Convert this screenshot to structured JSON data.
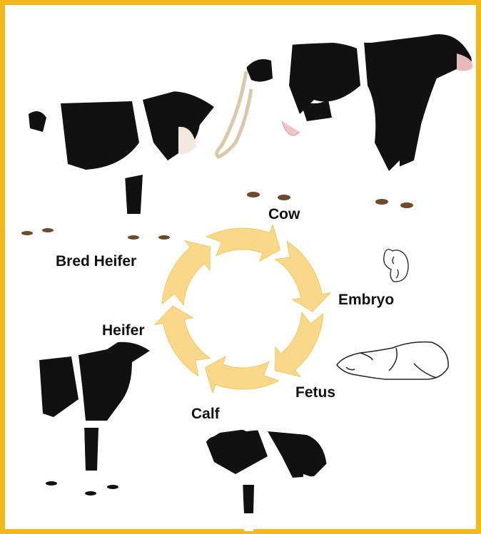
{
  "diagram": {
    "stages": [
      {
        "id": "cow",
        "label": "Cow"
      },
      {
        "id": "embryo",
        "label": "Embryo"
      },
      {
        "id": "fetus",
        "label": "Fetus"
      },
      {
        "id": "calf",
        "label": "Calf"
      },
      {
        "id": "heifer",
        "label": "Heifer"
      },
      {
        "id": "bred-heifer",
        "label": "Bred Heifer"
      }
    ],
    "colors": {
      "border": "#f2b91d",
      "cycle_fill": "#f9d88a",
      "cycle_stroke": "#f4c75a",
      "cow_black": "#111111",
      "cow_white": "#ffffff",
      "sketch_line": "#222222"
    },
    "icons": [
      "adult-cow-image",
      "bred-heifer-image",
      "heifer-image",
      "calf-image",
      "embryo-sketch",
      "fetus-sketch",
      "cycle-arrows-icon"
    ]
  }
}
